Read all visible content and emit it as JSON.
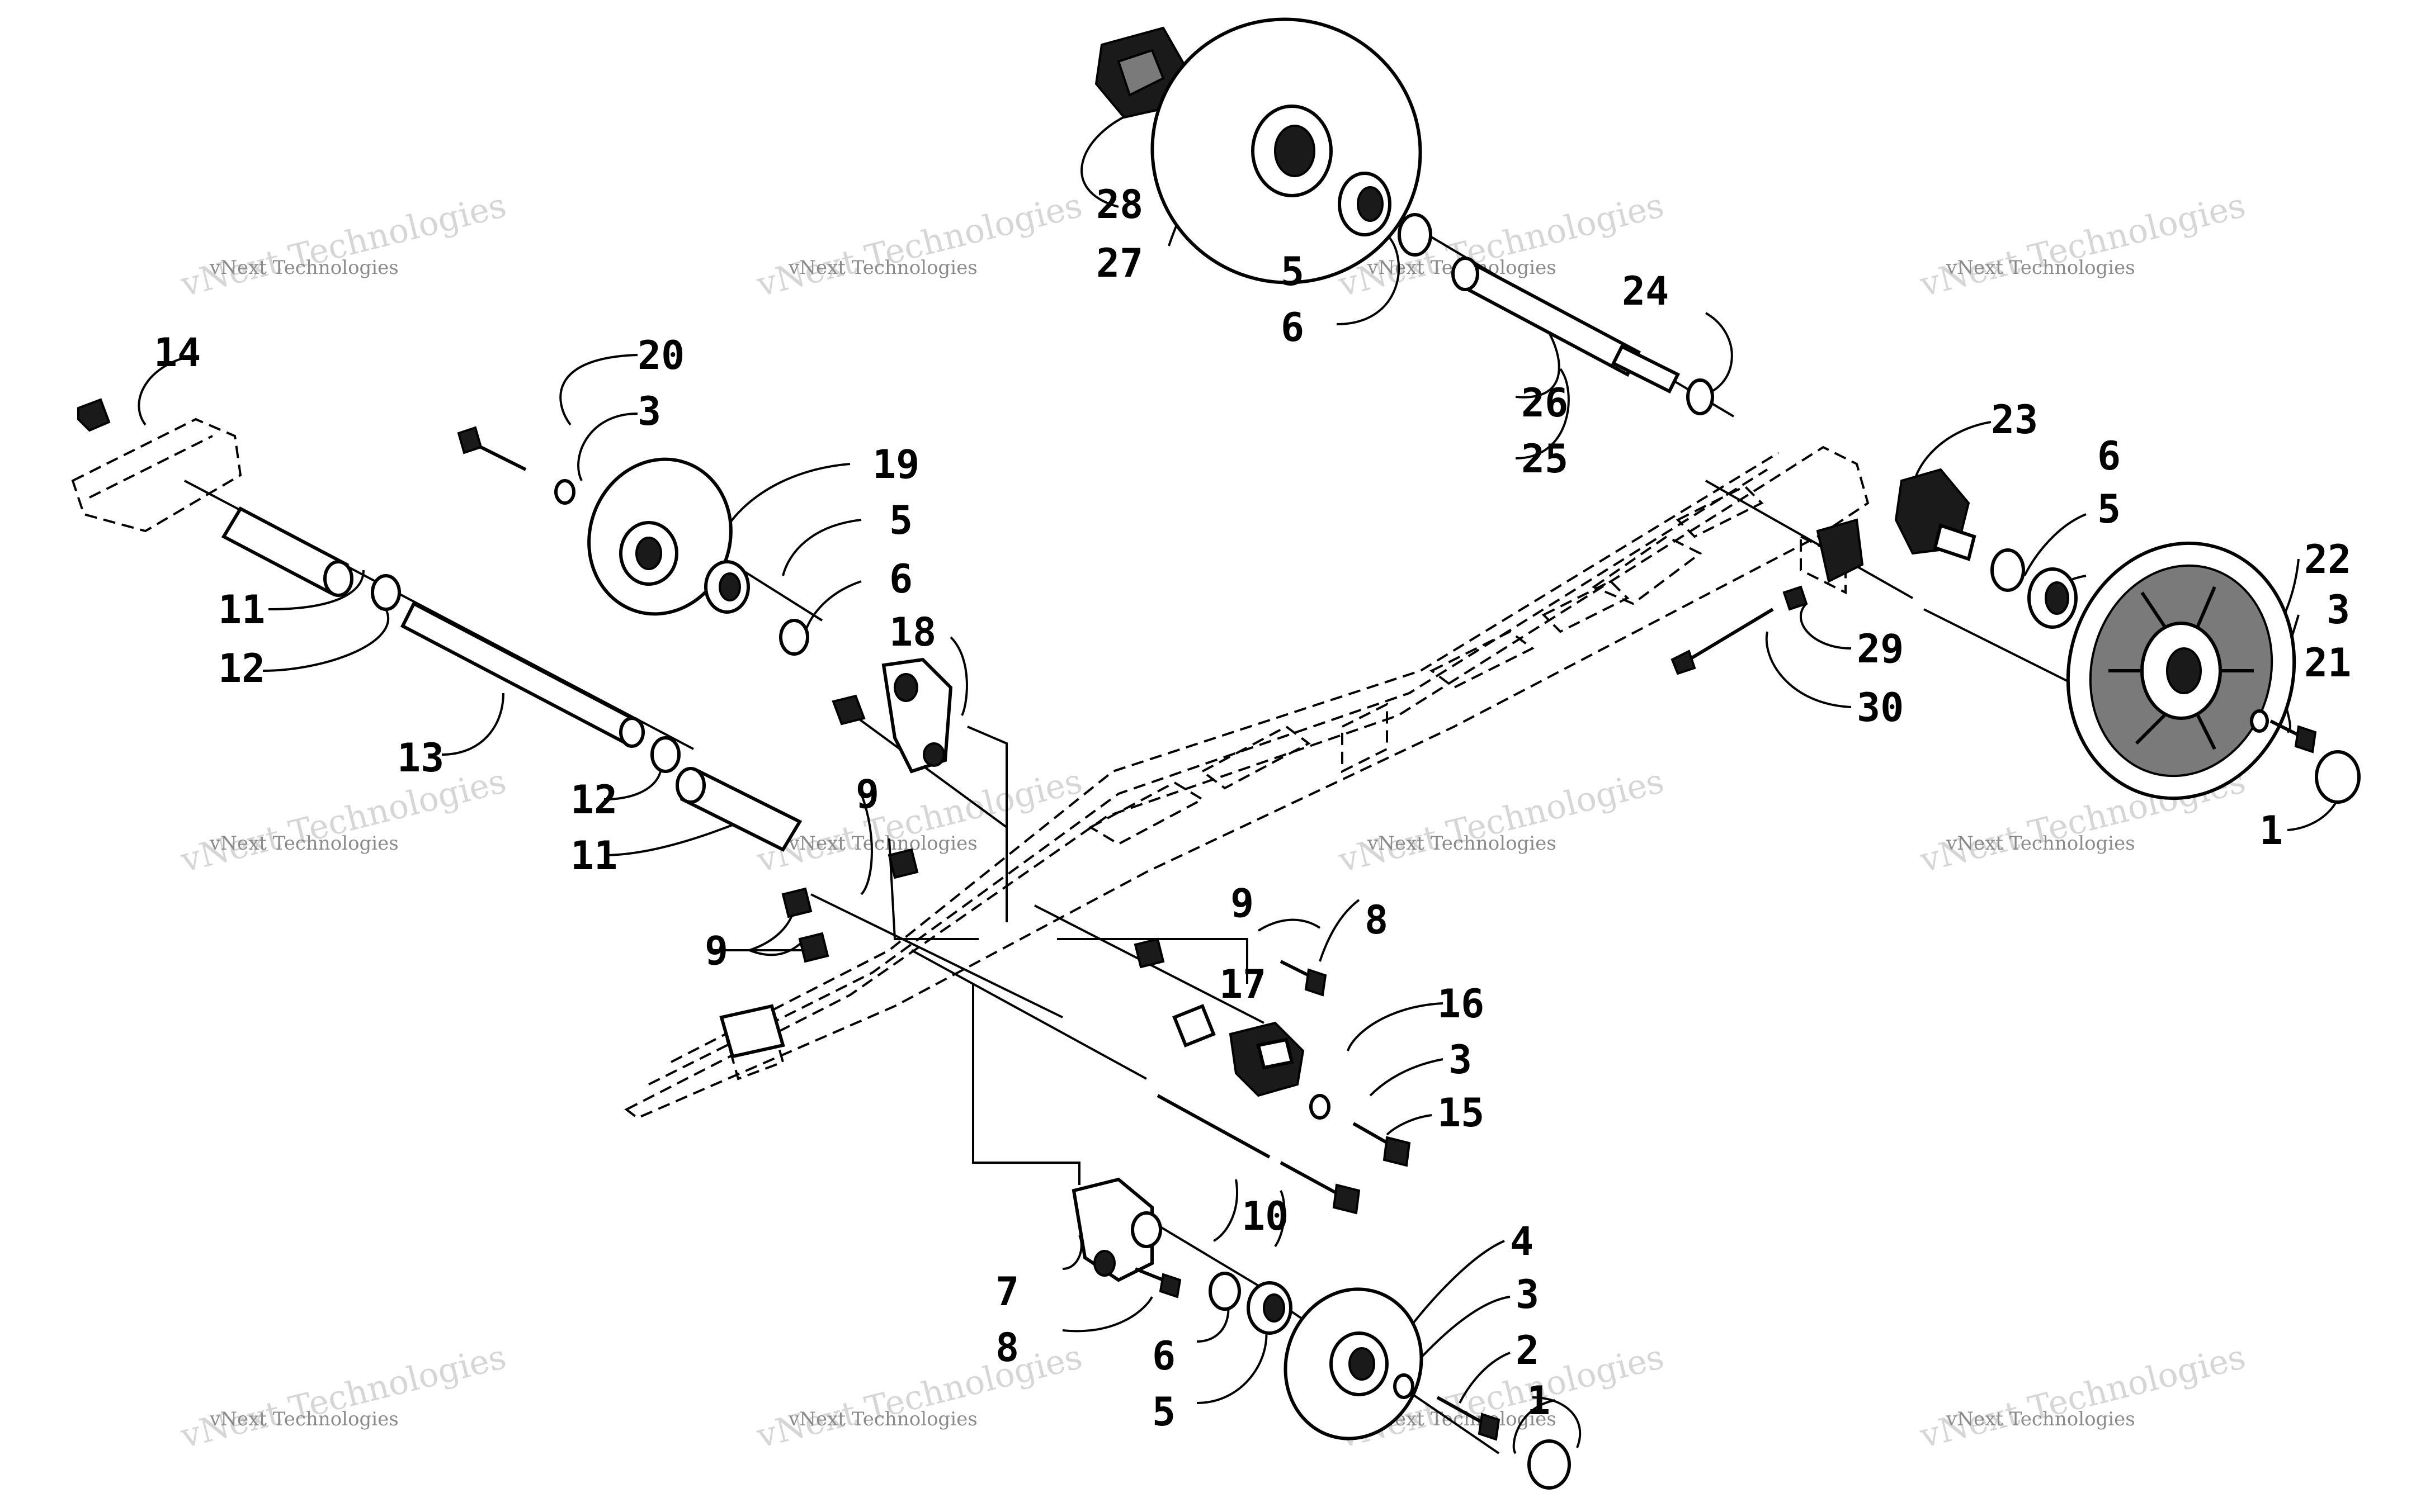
{
  "diagram": {
    "callouts": {
      "c1a": "1",
      "c1b": "1",
      "c2": "2",
      "c3a": "3",
      "c3b": "3",
      "c3c": "3",
      "c3d": "3",
      "c4": "4",
      "c5a": "5",
      "c5b": "5",
      "c5c": "5",
      "c5d": "5",
      "c6a": "6",
      "c6b": "6",
      "c6c": "6",
      "c6d": "6",
      "c7": "7",
      "c8a": "8",
      "c8b": "8",
      "c9a": "9",
      "c9b": "9",
      "c9c": "9",
      "c10": "10",
      "c11a": "11",
      "c11b": "11",
      "c12a": "12",
      "c12b": "12",
      "c13": "13",
      "c14": "14",
      "c15": "15",
      "c16": "16",
      "c17": "17",
      "c18": "18",
      "c19": "19",
      "c20": "20",
      "c21": "21",
      "c22": "22",
      "c23": "23",
      "c24": "24",
      "c25": "25",
      "c26": "26",
      "c27": "27",
      "c28": "28",
      "c29": "29",
      "c30": "30"
    },
    "watermark": {
      "line1": "vNext Technologies",
      "line2": "vNext Technologies"
    }
  }
}
